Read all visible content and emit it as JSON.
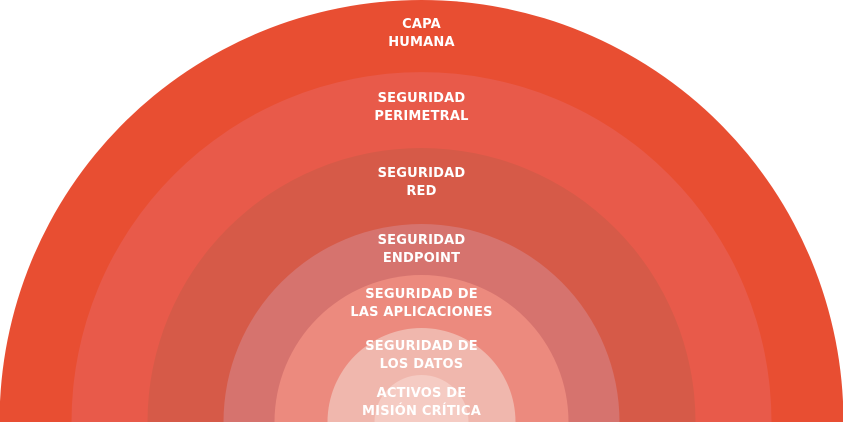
{
  "layers": [
    {
      "line1": "CAPA",
      "line2": "HUMANA",
      "color": "#e84e32"
    },
    {
      "line1": "SEGURIDAD",
      "line2": "PERIMETRAL",
      "color": "#e85a4a"
    },
    {
      "line1": "SEGURIDAD",
      "line2": "RED",
      "color": "#d65a48"
    },
    {
      "line1": "SEGURIDAD",
      "line2": "ENDPOINT",
      "color": "#d6736e"
    },
    {
      "line1": "SEGURIDAD DE",
      "line2": "LAS APLICACIONES",
      "color": "#ec8a7e"
    },
    {
      "line1": "SEGURIDAD DE",
      "line2": "LOS DATOS",
      "color": "#f0b7ad"
    },
    {
      "line1": "ACTIVOS DE",
      "line2": "MISIÓN CRÍTICA",
      "color": "#f5cbc3"
    }
  ]
}
